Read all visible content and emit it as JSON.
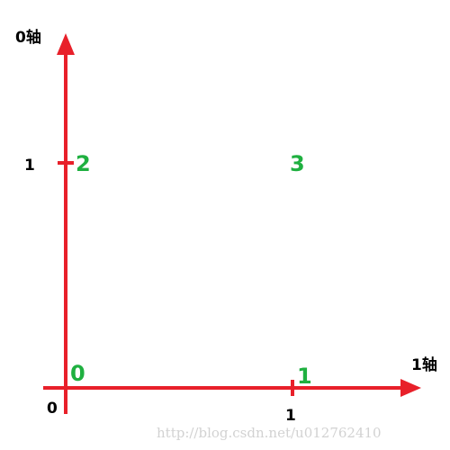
{
  "axes": {
    "vertical_label": "0轴",
    "horizontal_label": "1轴",
    "origin_label": "0",
    "horizontal_tick_label": "1",
    "vertical_tick_label": "1"
  },
  "points": [
    {
      "label": "0",
      "coord0": 0,
      "coord1": 0
    },
    {
      "label": "1",
      "coord0": 0,
      "coord1": 1
    },
    {
      "label": "2",
      "coord0": 1,
      "coord1": 0
    },
    {
      "label": "3",
      "coord0": 1,
      "coord1": 1
    }
  ],
  "colors": {
    "axis": "#e8202a",
    "point_label": "#1fb040",
    "text": "#000000",
    "watermark": "#d2d2d2"
  },
  "watermark": "http://blog.csdn.net/u012762410"
}
